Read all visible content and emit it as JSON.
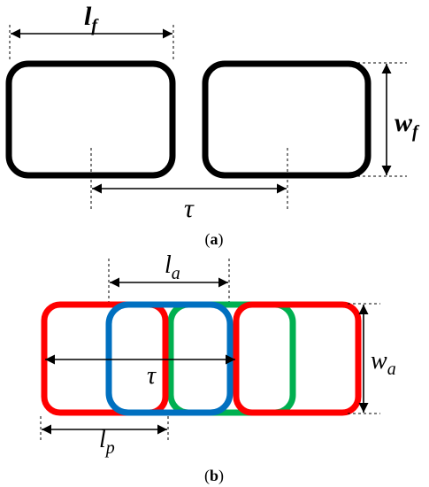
{
  "diagram_a": {
    "caption_open": "(",
    "caption_letter": "a",
    "caption_close": ")",
    "label_lf_main": "l",
    "label_lf_sub": "f",
    "label_wf_main": "w",
    "label_wf_sub": "f",
    "label_tau": "τ",
    "frame_color": "#000000"
  },
  "diagram_b": {
    "caption_open": "(",
    "caption_letter": "b",
    "caption_close": ")",
    "label_la_main": "l",
    "label_la_sub": "a",
    "label_wa_main": "w",
    "label_wa_sub": "a",
    "label_lp_main": "l",
    "label_lp_sub": "p",
    "label_tau": "τ",
    "coil_colors": {
      "red": "#ff0000",
      "blue": "#0070c0",
      "green": "#00b050"
    }
  }
}
